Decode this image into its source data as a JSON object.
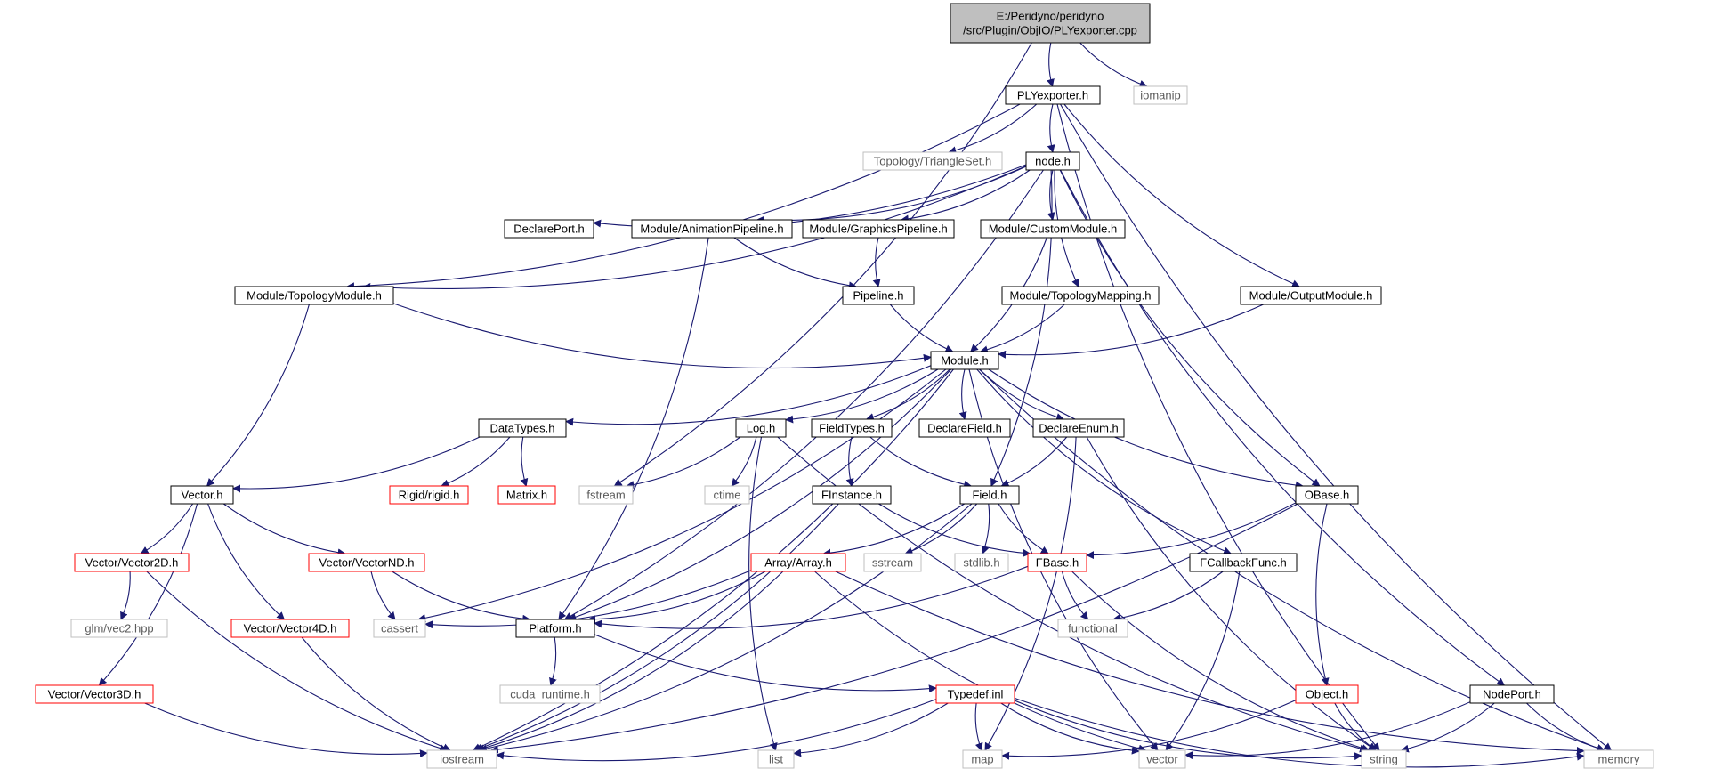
{
  "graph": {
    "colors": {
      "edge": "#191970",
      "root_fill": "#bfbfbf",
      "normal_border": "#000000",
      "truncated_border": "#ff0000",
      "system_border": "#bfbfbf",
      "system_text": "#5a5a5a",
      "text": "#000000"
    },
    "nodes": [
      {
        "id": "root",
        "label": "E:/Peridyno/peridyno\n/src/Plugin/ObjIO/PLYexporter.cpp",
        "style": "root"
      },
      {
        "id": "plyexporter_h",
        "label": "PLYexporter.h",
        "style": "normal"
      },
      {
        "id": "iomanip",
        "label": "iomanip",
        "style": "system"
      },
      {
        "id": "topology_triangleset_h",
        "label": "Topology/TriangleSet.h",
        "style": "system"
      },
      {
        "id": "node_h",
        "label": "node.h",
        "style": "normal"
      },
      {
        "id": "declareport_h",
        "label": "DeclarePort.h",
        "style": "normal"
      },
      {
        "id": "animationpipeline_h",
        "label": "Module/AnimationPipeline.h",
        "style": "normal"
      },
      {
        "id": "graphicspipeline_h",
        "label": "Module/GraphicsPipeline.h",
        "style": "normal"
      },
      {
        "id": "custommodule_h",
        "label": "Module/CustomModule.h",
        "style": "normal"
      },
      {
        "id": "topologymodule_h",
        "label": "Module/TopologyModule.h",
        "style": "normal"
      },
      {
        "id": "pipeline_h",
        "label": "Pipeline.h",
        "style": "normal"
      },
      {
        "id": "topologymapping_h",
        "label": "Module/TopologyMapping.h",
        "style": "normal"
      },
      {
        "id": "outputmodule_h",
        "label": "Module/OutputModule.h",
        "style": "normal"
      },
      {
        "id": "module_h",
        "label": "Module.h",
        "style": "normal"
      },
      {
        "id": "datatypes_h",
        "label": "DataTypes.h",
        "style": "normal"
      },
      {
        "id": "log_h",
        "label": "Log.h",
        "style": "normal"
      },
      {
        "id": "fieldtypes_h",
        "label": "FieldTypes.h",
        "style": "normal"
      },
      {
        "id": "declarefield_h",
        "label": "DeclareField.h",
        "style": "normal"
      },
      {
        "id": "declareenum_h",
        "label": "DeclareEnum.h",
        "style": "normal"
      },
      {
        "id": "vector_h",
        "label": "Vector.h",
        "style": "normal"
      },
      {
        "id": "rigid_h",
        "label": "Rigid/rigid.h",
        "style": "truncated"
      },
      {
        "id": "matrix_h",
        "label": "Matrix.h",
        "style": "truncated"
      },
      {
        "id": "fstream",
        "label": "fstream",
        "style": "system"
      },
      {
        "id": "ctime",
        "label": "ctime",
        "style": "system"
      },
      {
        "id": "finstance_h",
        "label": "FInstance.h",
        "style": "normal"
      },
      {
        "id": "field_h",
        "label": "Field.h",
        "style": "normal"
      },
      {
        "id": "obase_h",
        "label": "OBase.h",
        "style": "normal"
      },
      {
        "id": "vector2d_h",
        "label": "Vector/Vector2D.h",
        "style": "truncated"
      },
      {
        "id": "vectornd_h",
        "label": "Vector/VectorND.h",
        "style": "truncated"
      },
      {
        "id": "array_h",
        "label": "Array/Array.h",
        "style": "truncated"
      },
      {
        "id": "sstream",
        "label": "sstream",
        "style": "system"
      },
      {
        "id": "stdlib_h",
        "label": "stdlib.h",
        "style": "system"
      },
      {
        "id": "fbase_h",
        "label": "FBase.h",
        "style": "truncated"
      },
      {
        "id": "fcallbackfunc_h",
        "label": "FCallbackFunc.h",
        "style": "normal"
      },
      {
        "id": "glm_vec2_hpp",
        "label": "glm/vec2.hpp",
        "style": "system"
      },
      {
        "id": "vector4d_h",
        "label": "Vector/Vector4D.h",
        "style": "truncated"
      },
      {
        "id": "cassert",
        "label": "cassert",
        "style": "system"
      },
      {
        "id": "platform_h",
        "label": "Platform.h",
        "style": "normal"
      },
      {
        "id": "functional",
        "label": "functional",
        "style": "system"
      },
      {
        "id": "cuda_runtime_h",
        "label": "cuda_runtime.h",
        "style": "system"
      },
      {
        "id": "vector3d_h",
        "label": "Vector/Vector3D.h",
        "style": "truncated"
      },
      {
        "id": "typedef_inl",
        "label": "Typedef.inl",
        "style": "truncated"
      },
      {
        "id": "object_h",
        "label": "Object.h",
        "style": "truncated"
      },
      {
        "id": "nodeport_h",
        "label": "NodePort.h",
        "style": "normal"
      },
      {
        "id": "iostream",
        "label": "iostream",
        "style": "system"
      },
      {
        "id": "list",
        "label": "list",
        "style": "system"
      },
      {
        "id": "map",
        "label": "map",
        "style": "system"
      },
      {
        "id": "vector",
        "label": "vector",
        "style": "system"
      },
      {
        "id": "string",
        "label": "string",
        "style": "system"
      },
      {
        "id": "memory",
        "label": "memory",
        "style": "system"
      }
    ],
    "edges": [
      [
        "root",
        "plyexporter_h"
      ],
      [
        "root",
        "iomanip"
      ],
      [
        "root",
        "fstream"
      ],
      [
        "plyexporter_h",
        "topology_triangleset_h"
      ],
      [
        "plyexporter_h",
        "node_h"
      ],
      [
        "plyexporter_h",
        "topologymodule_h"
      ],
      [
        "plyexporter_h",
        "outputmodule_h"
      ],
      [
        "plyexporter_h",
        "string"
      ],
      [
        "plyexporter_h",
        "memory"
      ],
      [
        "node_h",
        "declareport_h"
      ],
      [
        "node_h",
        "animationpipeline_h"
      ],
      [
        "node_h",
        "graphicspipeline_h"
      ],
      [
        "node_h",
        "custommodule_h"
      ],
      [
        "node_h",
        "topologymodule_h"
      ],
      [
        "node_h",
        "topologymapping_h"
      ],
      [
        "node_h",
        "platform_h"
      ],
      [
        "node_h",
        "field_h"
      ],
      [
        "node_h",
        "obase_h"
      ],
      [
        "node_h",
        "nodeport_h"
      ],
      [
        "animationpipeline_h",
        "pipeline_h"
      ],
      [
        "animationpipeline_h",
        "platform_h"
      ],
      [
        "graphicspipeline_h",
        "pipeline_h"
      ],
      [
        "pipeline_h",
        "module_h"
      ],
      [
        "custommodule_h",
        "module_h"
      ],
      [
        "topologymapping_h",
        "module_h"
      ],
      [
        "outputmodule_h",
        "module_h"
      ],
      [
        "topologymodule_h",
        "module_h"
      ],
      [
        "topologymodule_h",
        "vector_h"
      ],
      [
        "module_h",
        "datatypes_h"
      ],
      [
        "module_h",
        "log_h"
      ],
      [
        "module_h",
        "fieldtypes_h"
      ],
      [
        "module_h",
        "declarefield_h"
      ],
      [
        "module_h",
        "declareenum_h"
      ],
      [
        "module_h",
        "obase_h"
      ],
      [
        "module_h",
        "fcallbackfunc_h"
      ],
      [
        "module_h",
        "platform_h"
      ],
      [
        "module_h",
        "iostream"
      ],
      [
        "module_h",
        "cassert"
      ],
      [
        "module_h",
        "vector"
      ],
      [
        "module_h",
        "memory"
      ],
      [
        "datatypes_h",
        "vector_h"
      ],
      [
        "datatypes_h",
        "rigid_h"
      ],
      [
        "datatypes_h",
        "matrix_h"
      ],
      [
        "log_h",
        "fstream"
      ],
      [
        "log_h",
        "ctime"
      ],
      [
        "log_h",
        "string"
      ],
      [
        "log_h",
        "list"
      ],
      [
        "fieldtypes_h",
        "finstance_h"
      ],
      [
        "fieldtypes_h",
        "field_h"
      ],
      [
        "declareenum_h",
        "field_h"
      ],
      [
        "declareenum_h",
        "map"
      ],
      [
        "declareenum_h",
        "string"
      ],
      [
        "vector_h",
        "vector2d_h"
      ],
      [
        "vector_h",
        "vectornd_h"
      ],
      [
        "vector_h",
        "vector4d_h"
      ],
      [
        "vector_h",
        "vector3d_h"
      ],
      [
        "finstance_h",
        "fbase_h"
      ],
      [
        "finstance_h",
        "iostream"
      ],
      [
        "field_h",
        "array_h"
      ],
      [
        "field_h",
        "sstream"
      ],
      [
        "field_h",
        "stdlib_h"
      ],
      [
        "field_h",
        "fbase_h"
      ],
      [
        "field_h",
        "iostream"
      ],
      [
        "obase_h",
        "fbase_h"
      ],
      [
        "obase_h",
        "object_h"
      ],
      [
        "obase_h",
        "iostream"
      ],
      [
        "vector2d_h",
        "glm_vec2_hpp"
      ],
      [
        "vector2d_h",
        "iostream"
      ],
      [
        "vectornd_h",
        "cassert"
      ],
      [
        "vectornd_h",
        "platform_h"
      ],
      [
        "array_h",
        "cassert"
      ],
      [
        "array_h",
        "platform_h"
      ],
      [
        "array_h",
        "iostream"
      ],
      [
        "array_h",
        "vector"
      ],
      [
        "array_h",
        "memory"
      ],
      [
        "fbase_h",
        "functional"
      ],
      [
        "fbase_h",
        "platform_h"
      ],
      [
        "fbase_h",
        "string"
      ],
      [
        "fcallbackfunc_h",
        "functional"
      ],
      [
        "fcallbackfunc_h",
        "vector"
      ],
      [
        "vector4d_h",
        "iostream"
      ],
      [
        "vector3d_h",
        "iostream"
      ],
      [
        "platform_h",
        "cuda_runtime_h"
      ],
      [
        "platform_h",
        "typedef_inl"
      ],
      [
        "typedef_inl",
        "iostream"
      ],
      [
        "typedef_inl",
        "list"
      ],
      [
        "typedef_inl",
        "map"
      ],
      [
        "typedef_inl",
        "vector"
      ],
      [
        "typedef_inl",
        "string"
      ],
      [
        "typedef_inl",
        "memory"
      ],
      [
        "object_h",
        "string"
      ],
      [
        "object_h",
        "map"
      ],
      [
        "nodeport_h",
        "vector"
      ],
      [
        "nodeport_h",
        "string"
      ],
      [
        "nodeport_h",
        "memory"
      ]
    ]
  }
}
